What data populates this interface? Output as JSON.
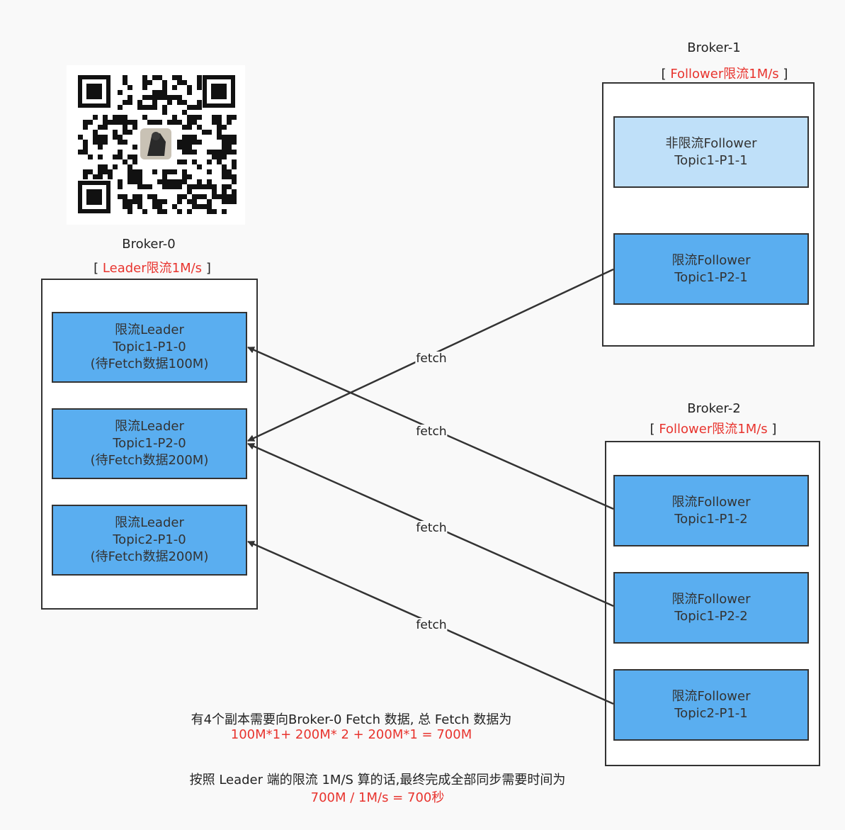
{
  "colors": {
    "partition_dark": "#5aaef0",
    "partition_light": "#bfe0f9",
    "throttle_red": "#e8342e",
    "arrow": "#333333"
  },
  "qr": {
    "icon": "qr-code-icon"
  },
  "broker0": {
    "title": "Broker-0",
    "note_open": "[",
    "note_text": "Leader限流1M/s",
    "note_close": "]",
    "partitions": [
      {
        "line1": "限流Leader",
        "line2": "Topic1-P1-0",
        "line3": "(待Fetch数据100M)"
      },
      {
        "line1": "限流Leader",
        "line2": "Topic1-P2-0",
        "line3": "(待Fetch数据200M)"
      },
      {
        "line1": "限流Leader",
        "line2": "Topic2-P1-0",
        "line3": "(待Fetch数据200M)"
      }
    ]
  },
  "broker1": {
    "title": "Broker-1",
    "note_open": "[",
    "note_text": "Follower限流1M/s",
    "note_close": "]",
    "partitions": [
      {
        "line1": "非限流Follower",
        "line2": "Topic1-P1-1"
      },
      {
        "line1": "限流Follower",
        "line2": "Topic1-P2-1"
      }
    ]
  },
  "broker2": {
    "title": "Broker-2",
    "note_open": "[",
    "note_text": "Follower限流1M/s",
    "note_close": "]",
    "partitions": [
      {
        "line1": "限流Follower",
        "line2": "Topic1-P1-2"
      },
      {
        "line1": "限流Follower",
        "line2": "Topic1-P2-2"
      },
      {
        "line1": "限流Follower",
        "line2": "Topic2-P1-1"
      }
    ]
  },
  "fetch_labels": [
    "fetch",
    "fetch",
    "fetch",
    "fetch"
  ],
  "summary": {
    "line1": "有4个副本需要向Broker-0 Fetch 数据, 总 Fetch 数据为",
    "line2": "100M*1+ 200M* 2 + 200M*1 = 700M",
    "line3": "按照 Leader 端的限流 1M/S 算的话,最终完成全部同步需要时间为",
    "line4": "700M / 1M/s = 700秒"
  }
}
